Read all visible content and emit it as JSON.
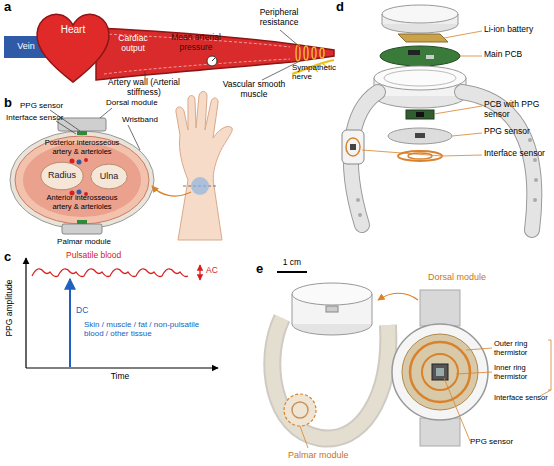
{
  "diagram": {
    "nodes": [
      {
        "text": [
          "Heart"
        ]
      },
      {
        "text": [
          "Radius"
        ]
      },
      {
        "text": [
          "Ulna"
        ]
      }
    ],
    "labels": [
      "a",
      "Vein",
      "Cardiac output",
      "Mean arterial pressure",
      "Artery wall (Arterial stiffness)",
      "Peripheral resistance",
      "Sympathetic nerve",
      "Vascular smooth muscle",
      "b",
      "PPG sensor",
      "Dorsal module",
      "Interface sensor",
      "Wristband",
      "Posterior interosseous artery & arterioles",
      "Anterior interosseous artery & arterioles",
      "Palmar module",
      "c",
      "Pulsatile blood",
      "AC",
      "DC",
      "Skin / muscle / fat / non-pulsatile blood / other tissue",
      "PPG amplitude",
      "Time",
      "d",
      "Li-ion battery",
      "Main PCB",
      "PCB with PPG sensor",
      "PPG sensor",
      "Interface sensor",
      "e",
      "1 cm",
      "Dorsal module",
      "Outer ring thermistor",
      "Inner ring thermistor",
      "Interface sensor",
      "PPG sensor",
      "Palmar module"
    ]
  }
}
